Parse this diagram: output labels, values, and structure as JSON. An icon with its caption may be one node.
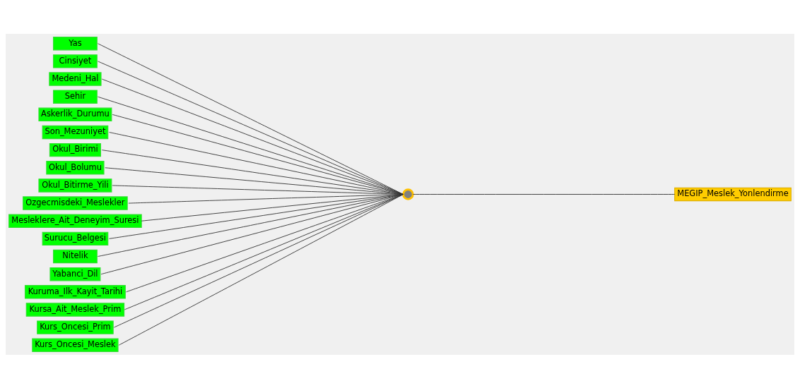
{
  "diagram": {
    "nodes": [
      {
        "text": [
          "Yas"
        ]
      },
      {
        "text": [
          "Cinsiyet"
        ]
      },
      {
        "text": [
          "Medeni_Hal"
        ]
      },
      {
        "text": [
          "Sehir"
        ]
      },
      {
        "text": [
          "Askerlik_Durumu"
        ]
      },
      {
        "text": [
          "Son_Mezuniyet"
        ]
      },
      {
        "text": [
          "Okul_Birimi"
        ]
      },
      {
        "text": [
          "Okul_Bolumu"
        ]
      },
      {
        "text": [
          "Okul_Bitirme_Yili"
        ]
      },
      {
        "text": [
          "Ozgecmisdeki_Meslekler"
        ]
      },
      {
        "text": [
          "Mesleklere_Ait_Deneyim_Suresi"
        ]
      },
      {
        "text": [
          "Surucu_Belgesi"
        ]
      },
      {
        "text": [
          "Nitelik"
        ]
      },
      {
        "text": [
          "Yabanci_Dil"
        ]
      },
      {
        "text": [
          "Kuruma_Ilk_Kayit_Tarihi"
        ]
      },
      {
        "text": [
          "Kursa_Ait_Meslek_Prim"
        ]
      },
      {
        "text": [
          "Kurs_Oncesi_Prim"
        ]
      },
      {
        "text": [
          "Kurs_Oncesi_Meslek"
        ]
      },
      {
        "text": [],
        "shape": "circle"
      },
      {
        "text": [
          "MEGIP_Meslek_Yonlendirme"
        ]
      }
    ],
    "edges": [
      {
        "from": 0,
        "to": 18,
        "arrow": "none"
      },
      {
        "from": 1,
        "to": 18,
        "arrow": "none"
      },
      {
        "from": 2,
        "to": 18,
        "arrow": "none"
      },
      {
        "from": 3,
        "to": 18,
        "arrow": "none"
      },
      {
        "from": 4,
        "to": 18,
        "arrow": "none"
      },
      {
        "from": 5,
        "to": 18,
        "arrow": "none"
      },
      {
        "from": 6,
        "to": 18,
        "arrow": "none"
      },
      {
        "from": 7,
        "to": 18,
        "arrow": "none"
      },
      {
        "from": 8,
        "to": 18,
        "arrow": "none"
      },
      {
        "from": 9,
        "to": 18,
        "arrow": "none"
      },
      {
        "from": 10,
        "to": 18,
        "arrow": "none"
      },
      {
        "from": 11,
        "to": 18,
        "arrow": "none"
      },
      {
        "from": 12,
        "to": 18,
        "arrow": "none"
      },
      {
        "from": 13,
        "to": 18,
        "arrow": "none"
      },
      {
        "from": 14,
        "to": 18,
        "arrow": "none"
      },
      {
        "from": 15,
        "to": 18,
        "arrow": "none"
      },
      {
        "from": 16,
        "to": 18,
        "arrow": "none"
      },
      {
        "from": 17,
        "to": 18,
        "arrow": "none"
      },
      {
        "from": 18,
        "to": 19,
        "arrow": "none"
      }
    ]
  }
}
